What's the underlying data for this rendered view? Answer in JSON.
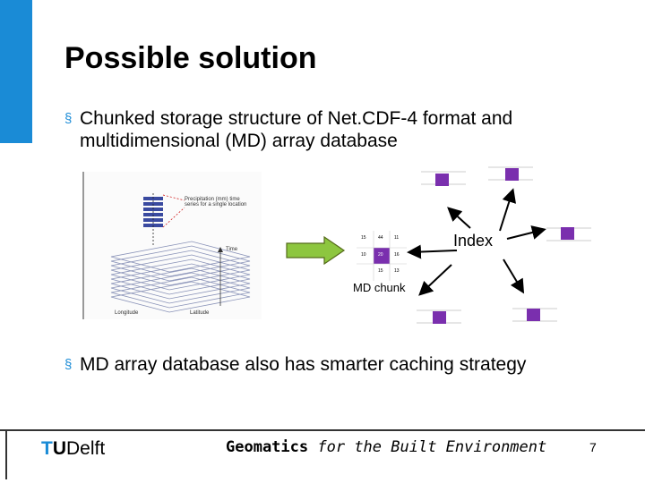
{
  "slide": {
    "title": "Possible solution",
    "bullets": [
      "Chunked storage structure of Net.CDF-4 format and multidimensional (MD) array database",
      "MD array database also has smarter caching strategy"
    ],
    "bullet_marker": "§"
  },
  "figure": {
    "annotation": "Precipitation (mm) time series for a single location",
    "axis_time": "Time",
    "axis_longitude": "Longitude",
    "axis_latitude": "Latitude"
  },
  "diagram": {
    "index_label": "Index",
    "md_chunk_label": "MD chunk",
    "chunk_grid": [
      "15",
      "44",
      "11",
      "10",
      "20",
      "16",
      "",
      "15",
      "13"
    ],
    "colors": {
      "chunk_fill": "#7a2fae",
      "arrow_green": "#8dc63f",
      "accent": "#1a8bd6"
    }
  },
  "footer": {
    "logo_t": "T",
    "logo_u": "U",
    "logo_delft": "Delft",
    "tagline_bold": "Geomatics",
    "tagline_italic": "for the Built Environment",
    "page_number": "7"
  }
}
